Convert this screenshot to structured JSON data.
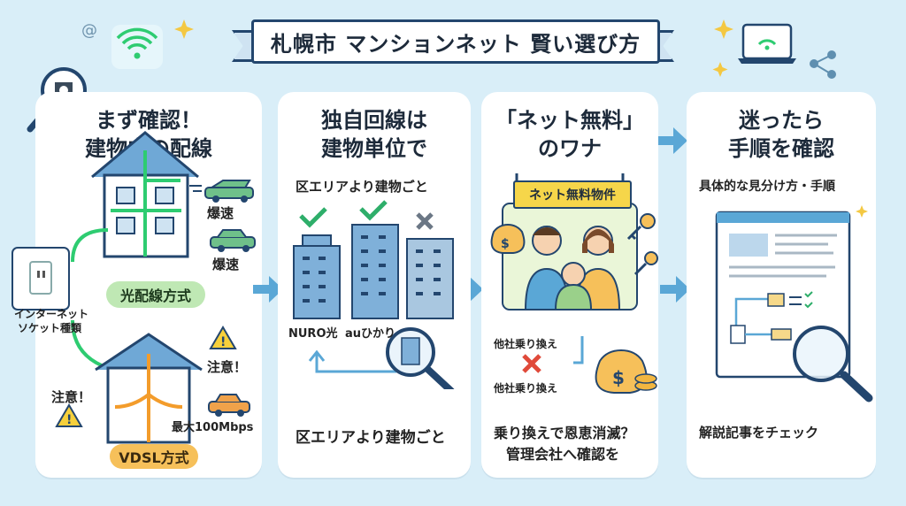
{
  "title": "札幌市 マンションネット 賢い選び方",
  "panels": [
    {
      "title_l1": "まず確認！",
      "title_l2": "建物内の配線",
      "socket_label_l1": "インターネット",
      "socket_label_l2": "ソケット種類",
      "speed_top_1": "爆速",
      "speed_top_2": "爆速",
      "fiber_label": "光配線方式",
      "caution_right": "注意！",
      "caution_left": "注意！",
      "max_speed": "最大100Mbps",
      "vdsl_label": "VDSL方式"
    },
    {
      "title_l1": "独自回線は",
      "title_l2": "建物単位で",
      "subtitle": "区エリアより建物ごと",
      "provider_1": "NURO光",
      "provider_2": "auひかり",
      "footer": "区エリアより建物ごと"
    },
    {
      "title_l1": "「ネット無料」",
      "title_l2": "のワナ",
      "sign": "ネット無料物件",
      "switch_1": "他社乗り換え",
      "switch_2": "他社乗り換え",
      "footer_l1": "乗り換えで恩恵消滅？",
      "footer_l2": "管理会社へ確認を"
    },
    {
      "title_l1": "迷ったら",
      "title_l2": "手順を確認",
      "subtitle": "具体的な見分け方・手順",
      "footer": "解説記事をチェック"
    }
  ]
}
